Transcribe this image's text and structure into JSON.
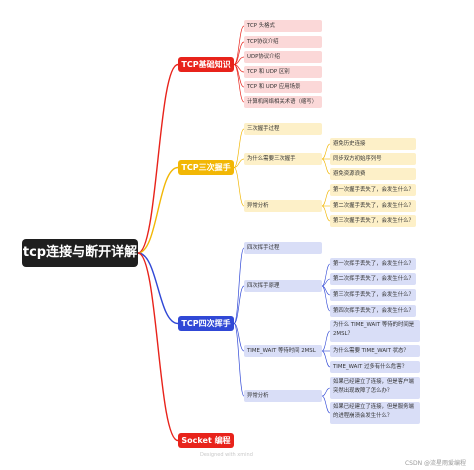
{
  "root": {
    "label": "tcp连接与断开详解"
  },
  "colors": {
    "red": "#e8231b",
    "yellow": "#f2b705",
    "blue": "#3048d6"
  },
  "branches": [
    {
      "label": "TCP基础知识",
      "items": [
        "TCP 头格式",
        "TCP协议介绍",
        "UDP协议介绍",
        "TCP 和 UDP 区别",
        "TCP 和 UDP 应用场景",
        "计算机网络相关术语（缩写）"
      ]
    },
    {
      "label": "TCP三次握手",
      "items": [
        {
          "label": "三次握手过程"
        },
        {
          "label": "为什么需要三次握手",
          "children": [
            "避免历史连接",
            "同步双方初始序列号",
            "避免资源浪费"
          ]
        },
        {
          "label": "异常分析",
          "children": [
            "第一次握手丢失了，会发生什么？",
            "第二次握手丢失了，会发生什么？",
            "第三次握手丢失了，会发生什么？"
          ]
        }
      ]
    },
    {
      "label": "TCP四次挥手",
      "items": [
        {
          "label": "四次挥手过程"
        },
        {
          "label": "四次挥手原理",
          "children": [
            "第一次挥手丢失了，会发生什么？",
            "第二次挥手丢失了，会发生什么？",
            "第三次挥手丢失了，会发生什么？",
            "第四次挥手丢失了，会发生什么？"
          ]
        },
        {
          "label": "TIME_WAIT 等待时间 2MSL",
          "children": [
            "为什么 TIME_WAIT 等待的时间是 2MSL？",
            "为什么需要 TIME_WAIT 状态？",
            "TIME_WAIT 过多有什么危害？"
          ]
        },
        {
          "label": "异常分析",
          "children": [
            "如果已经建立了连接，但是客户端突然出现故障了怎么办？",
            "如果已经建立了连接，但是服务端的进程崩溃会发生什么？"
          ]
        }
      ]
    },
    {
      "label": "Socket 编程"
    }
  ],
  "watermark": "Designed with xmind",
  "footer": "CSDN @流星雨爱编程"
}
